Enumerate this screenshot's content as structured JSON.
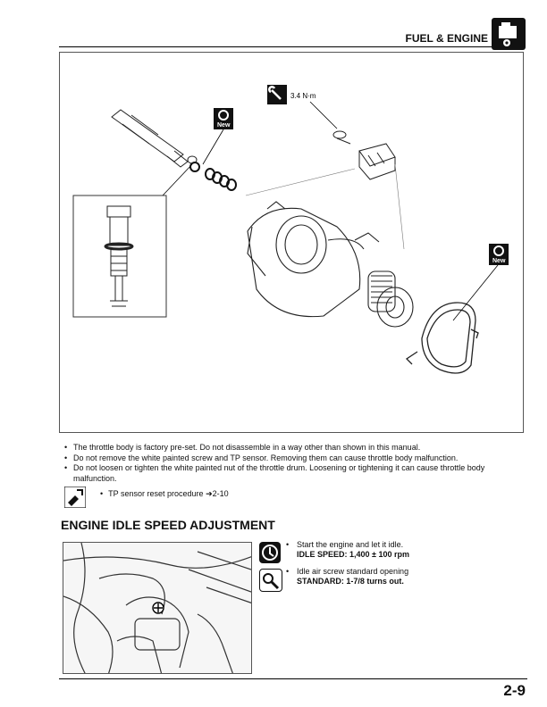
{
  "header": {
    "title": "FUEL & ENGINE",
    "chapter_icon": "engine-icon"
  },
  "figure1": {
    "torque_label": "3.4 N·m",
    "new_badge_1": "New",
    "new_badge_2": "New",
    "icons": [
      "torque-wrench-icon",
      "replace-new-icon"
    ]
  },
  "notes": [
    "The throttle body is factory pre-set. Do not disassemble in a way other than shown in this manual.",
    "Do not remove the white painted screw and TP sensor. Removing them can cause throttle body malfunction.",
    "Do not loosen or tighten the white painted nut of the throttle drum. Loosening or tightening it can cause throttle body malfunction."
  ],
  "tp_reset": {
    "text": "TP sensor reset procedure",
    "ref": "➔2-10",
    "icon": "reset-procedure-icon"
  },
  "section": {
    "title": "ENGINE IDLE SPEED ADJUSTMENT"
  },
  "steps": [
    {
      "text": "Start the engine and let it idle.",
      "spec": "IDLE SPEED: 1,400 ± 100 rpm",
      "icon": "engine-idle-icon"
    },
    {
      "text": "Idle air screw standard opening",
      "spec": "STANDARD: 1-7/8 turns out.",
      "icon": "screwdriver-icon"
    }
  ],
  "footer": {
    "page_number": "2-9"
  }
}
